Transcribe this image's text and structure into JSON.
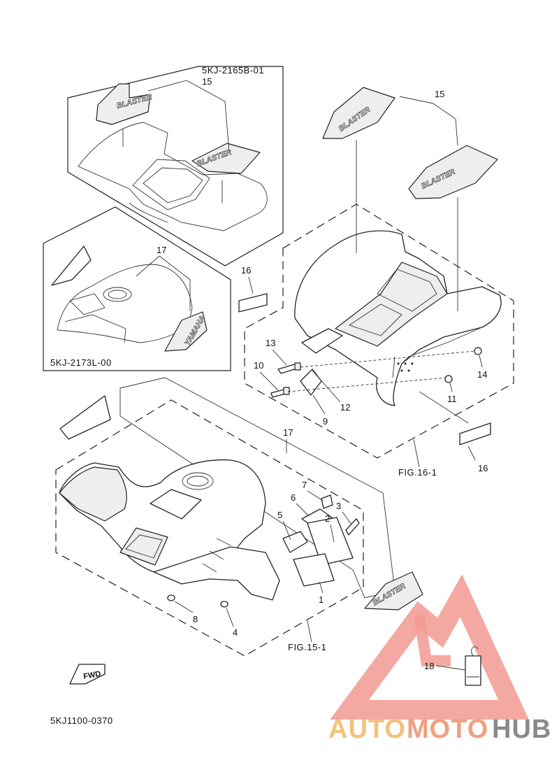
{
  "diagram": {
    "ref_codes": {
      "inset_top": "5KJ-2165B-01",
      "inset_mid": "5KJ-2173L-00",
      "fig_rear": "FIG.16-1",
      "fig_front": "FIG.15-1",
      "page_code": "5KJ1100-0370"
    },
    "callouts": {
      "c15a": "15",
      "c15b": "15",
      "c17a": "17",
      "c17b": "17",
      "c16a": "16",
      "c16b": "16",
      "c13": "13",
      "c10": "10",
      "c12": "12",
      "c9": "9",
      "c14": "14",
      "c11": "11",
      "c7": "7",
      "c6": "6",
      "c3": "3",
      "c5": "5",
      "c2": "2",
      "c1": "1",
      "c8": "8",
      "c4": "4",
      "c18": "18"
    },
    "decal_text": {
      "blaster_1": "BLASTER",
      "blaster_2": "BLASTER",
      "blaster_3": "BLASTER",
      "blaster_4": "BLASTER",
      "blaster_5": "BLASTER",
      "yamaha": "YAMAHA"
    },
    "fwd_label": "FWD"
  },
  "watermark": {
    "part1": "AUTO",
    "part2": "MOTO",
    "part3": "HUB",
    "colors": {
      "auto": "#f2c27a",
      "moto": "#f0a080",
      "hub": "#8a8a8a",
      "logo": "#f19a90"
    }
  }
}
